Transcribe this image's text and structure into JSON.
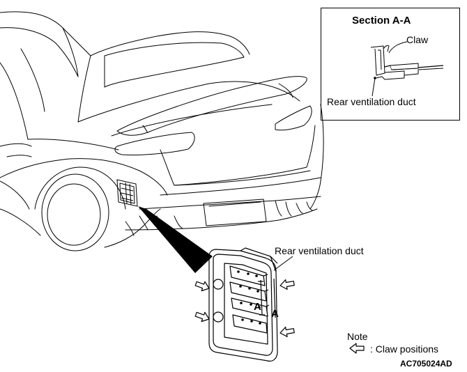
{
  "section": {
    "title": "Section A-A",
    "claw_label": "Claw",
    "duct_label": "Rear ventilation duct"
  },
  "main": {
    "duct_label": "Rear ventilation duct",
    "section_marker_1": "A",
    "section_marker_2": "A"
  },
  "legend": {
    "note_title": "Note",
    "claw_positions_label": ": Claw positions",
    "arrow_icon": "outline-left-arrow-icon"
  },
  "figure_code": "AC705024AD"
}
